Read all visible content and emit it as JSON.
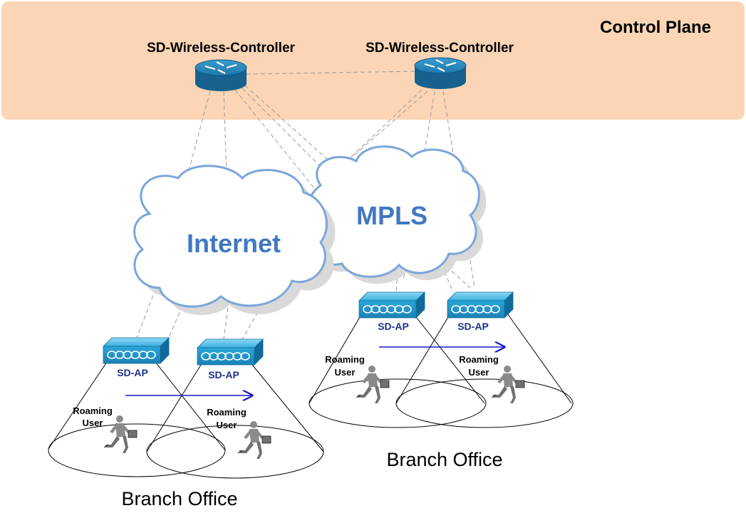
{
  "control_plane": {
    "title": "Control Plane",
    "controllers": [
      {
        "label": "SD-Wireless-Controller"
      },
      {
        "label": "SD-Wireless-Controller"
      }
    ]
  },
  "clouds": [
    {
      "label": "Internet"
    },
    {
      "label": "MPLS"
    }
  ],
  "branches": [
    {
      "label": "Branch Office",
      "access_points": [
        {
          "label": "SD-AP"
        },
        {
          "label": "SD-AP"
        }
      ],
      "users": [
        {
          "line1": "Roaming",
          "line2": "User"
        },
        {
          "line1": "Roaming",
          "line2": "User"
        }
      ]
    },
    {
      "label": "Branch Office",
      "access_points": [
        {
          "label": "SD-AP"
        },
        {
          "label": "SD-AP"
        }
      ],
      "users": [
        {
          "line1": "Roaming",
          "line2": "User"
        },
        {
          "line1": "Roaming",
          "line2": "User"
        }
      ]
    }
  ],
  "colors": {
    "control_plane_fill": "#fbd5b5",
    "cloud_stroke": "#7aa6da",
    "cloud_text": "#3f78c4",
    "device_blue": "#1f8ec0",
    "ap_label": "#1f2f8a",
    "arrow": "#1a1ac8"
  }
}
